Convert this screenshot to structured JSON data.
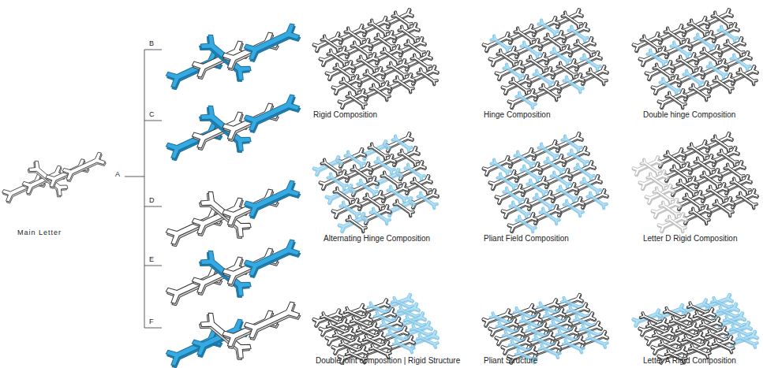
{
  "diagram": {
    "labels": [
      "Main Letter",
      "A",
      "B",
      "C",
      "D",
      "E",
      "F",
      "Rigid Composition",
      "Hinge Composition",
      "Double hinge Composition",
      "Alternating Hinge Composition",
      "Pliant Field Composition",
      "Letter D Rigid Composition",
      "Double joint composition | Rigid Structure",
      "Pliant Structure",
      "Letter A Rigid Composition"
    ]
  }
}
